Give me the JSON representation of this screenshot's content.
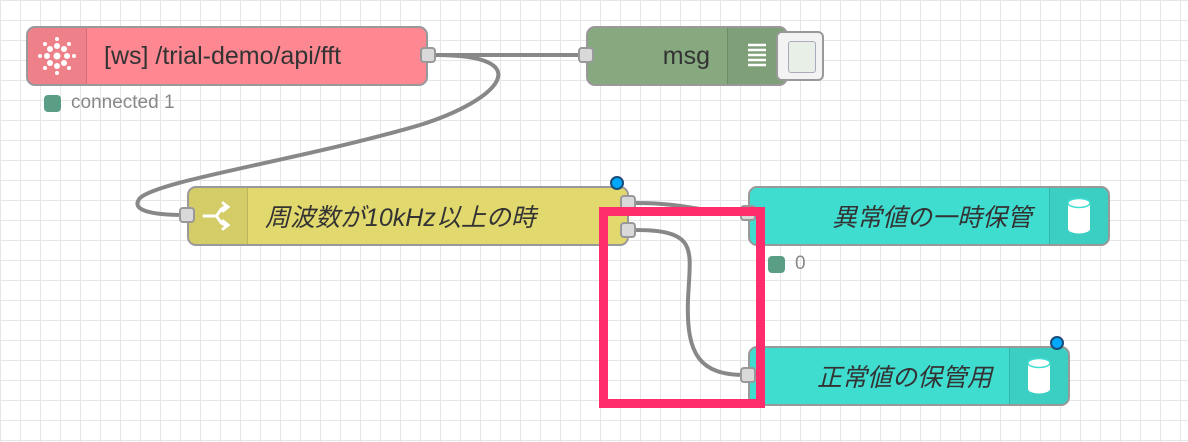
{
  "nodes": {
    "websocket": {
      "label": "[ws] /trial-demo/api/fft",
      "status": "connected 1",
      "color": "#fd8892"
    },
    "debug": {
      "label": "msg",
      "color": "#87a980"
    },
    "switch": {
      "label": "周波数が10kHz以上の時",
      "color": "#e2d96e"
    },
    "store_abnormal": {
      "label": "異常値の一時保管",
      "status": "0",
      "color": "#3fdcd0"
    },
    "store_normal": {
      "label": "正常値の保管用",
      "color": "#3fdcd0"
    }
  },
  "colors": {
    "wire": "#888888",
    "highlight": "#ff2d6b",
    "status_dot": "#5a9e86",
    "changed_dot": "#00a8ff"
  }
}
